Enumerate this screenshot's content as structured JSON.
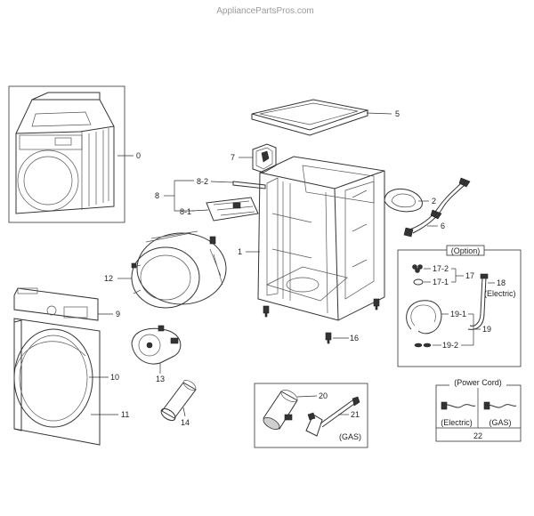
{
  "watermark": "AppliancePartsPros.com",
  "labels": {
    "p0": "0",
    "p1": "1",
    "p2": "2",
    "p5": "5",
    "p6": "6",
    "p7": "7",
    "p8": "8",
    "p8_1": "8-1",
    "p8_2": "8-2",
    "p9": "9",
    "p10": "10",
    "p11": "11",
    "p12": "12",
    "p13": "13",
    "p14": "14",
    "p16": "16",
    "p17": "17",
    "p17_1": "17-1",
    "p17_2": "17-2",
    "p18": "18",
    "p19": "19",
    "p19_1": "19-1",
    "p19_2": "19-2",
    "p20": "20",
    "p21": "21",
    "p22": "22"
  },
  "option_box": {
    "title": "(Option)",
    "electric": "(Electric)"
  },
  "gas_box": {
    "gas": "(GAS)"
  },
  "power_cord_box": {
    "title": "(Power Cord)",
    "electric": "(Electric)",
    "gas": "(GAS)"
  }
}
